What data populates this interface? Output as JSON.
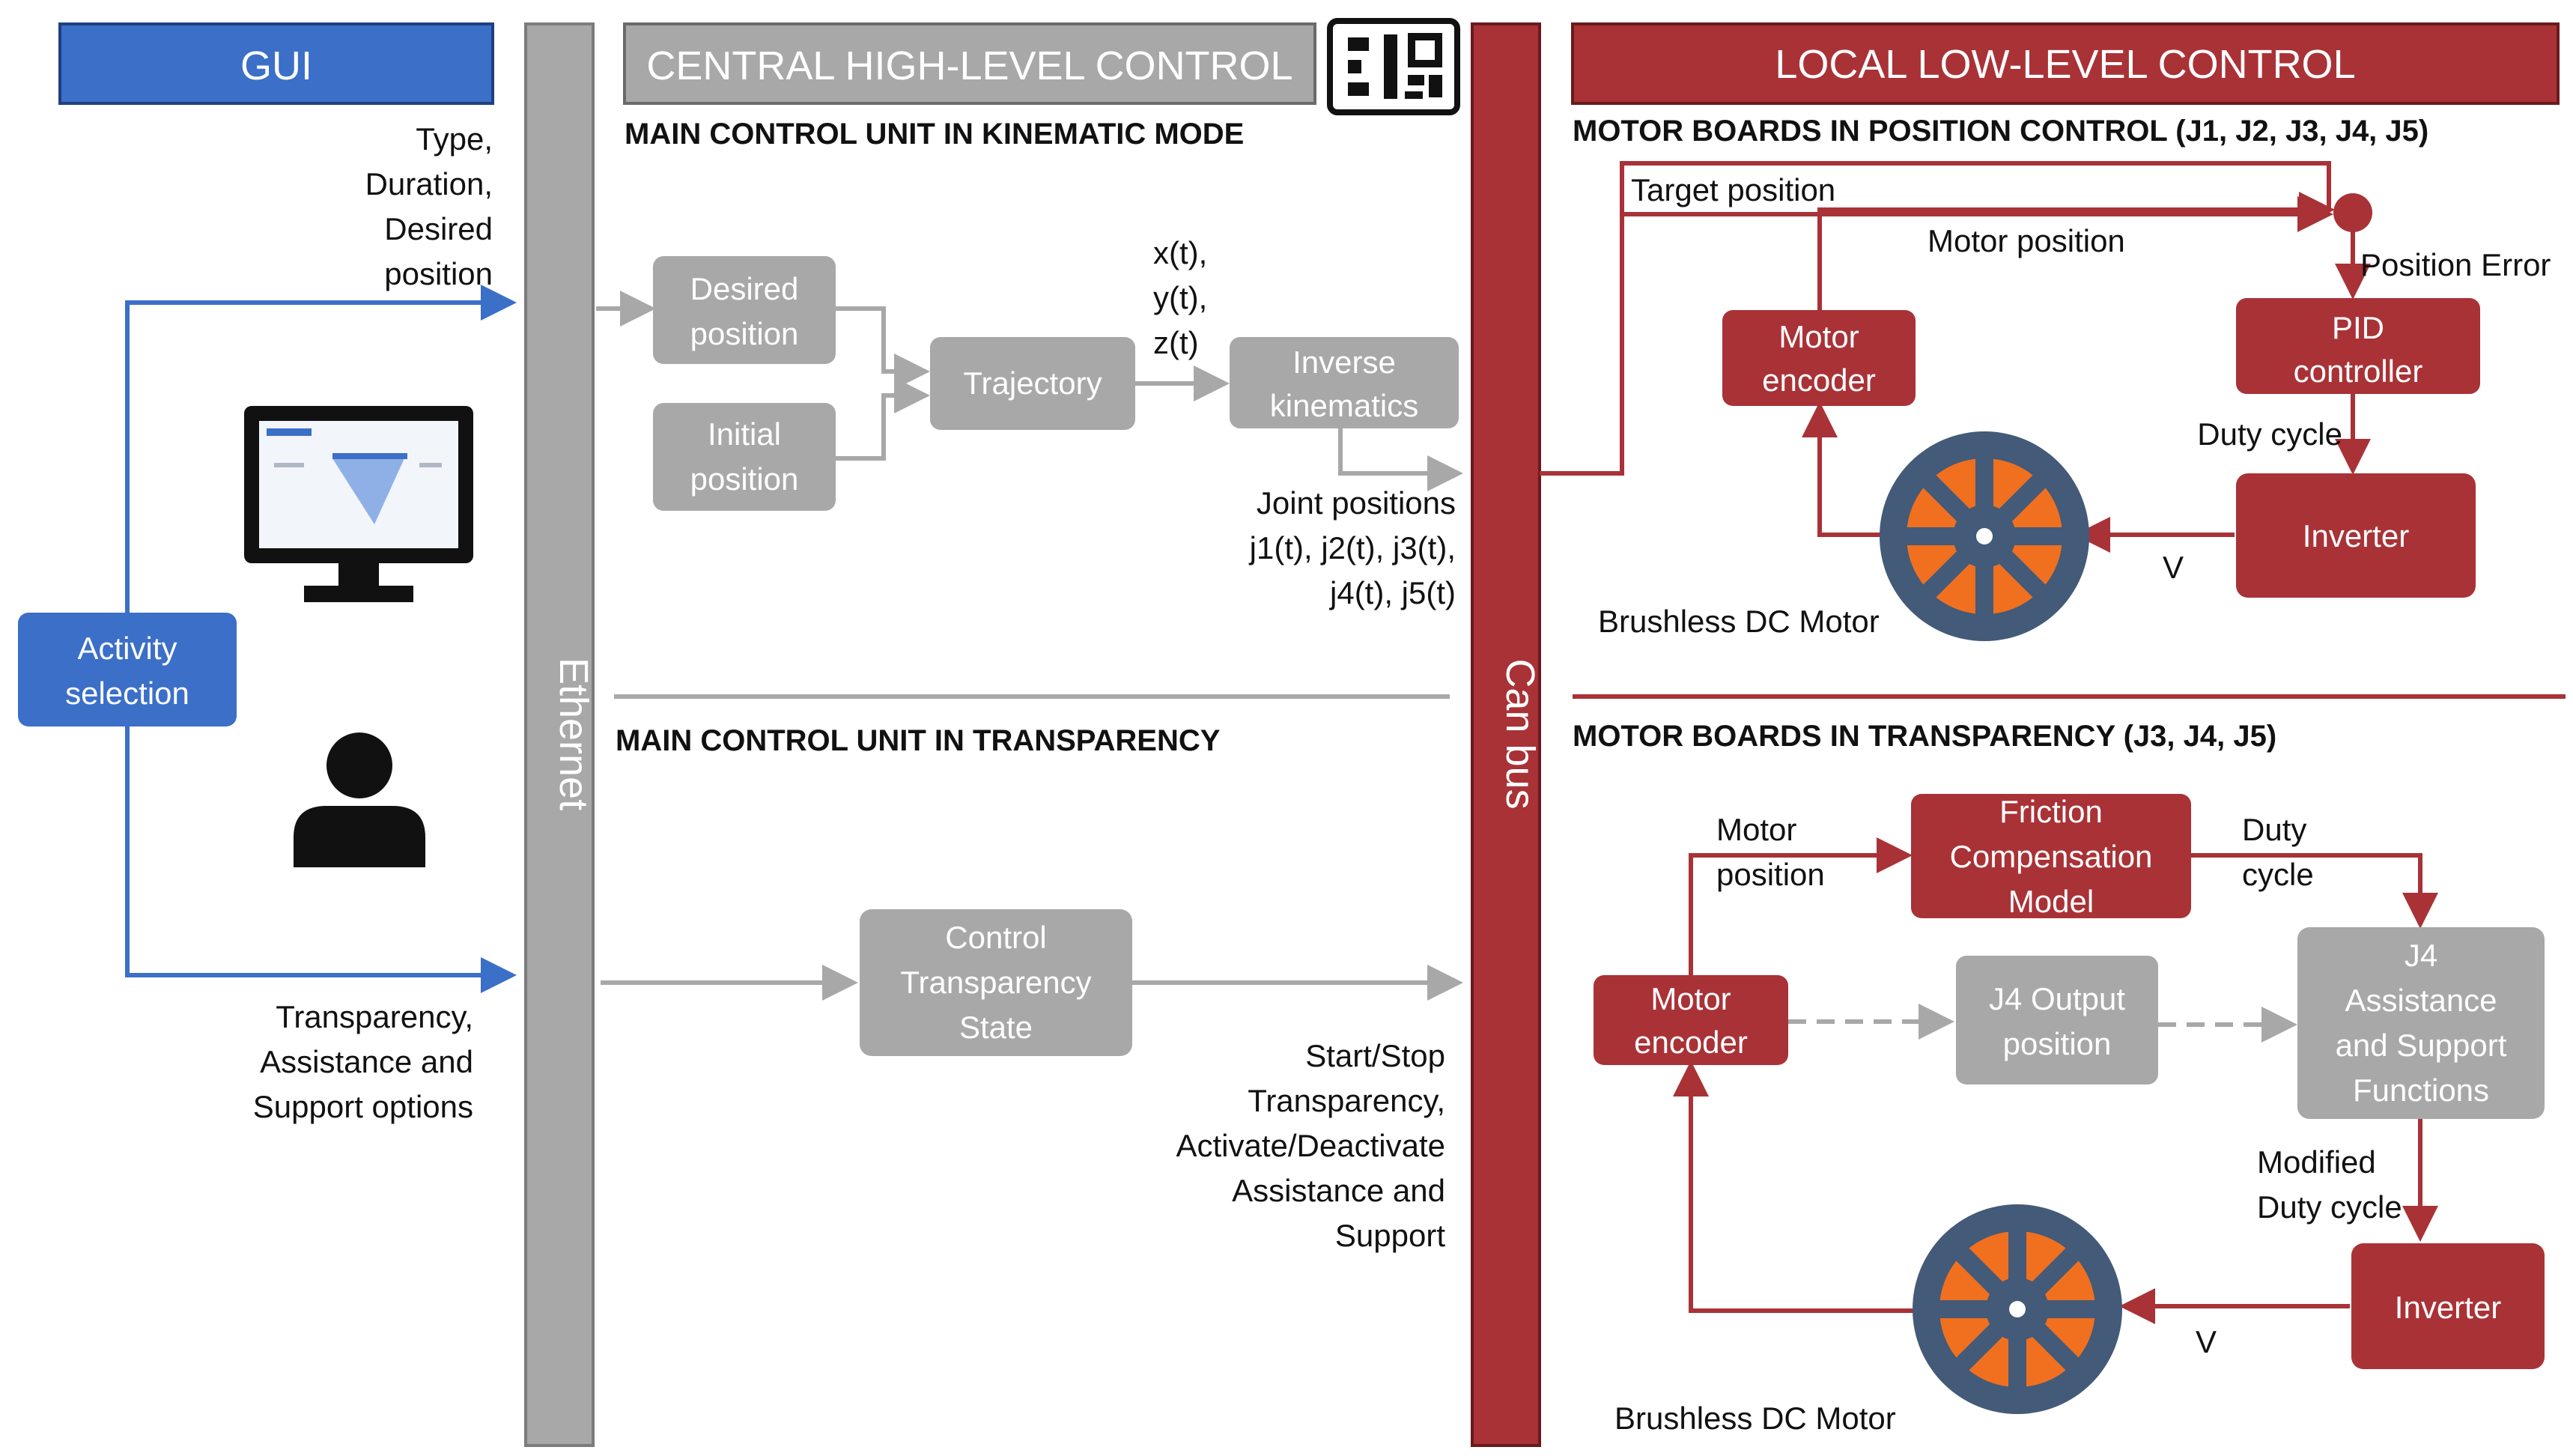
{
  "colors": {
    "gui_blue": "#3b6fc8",
    "gray_box": "#a8a8a8",
    "red": "#a93237",
    "motor_orange": "#f07020",
    "motor_slate": "#435a78"
  },
  "headers": {
    "gui": "GUI",
    "central": "CENTRAL HIGH-LEVEL CONTROL",
    "local": "LOCAL LOW-LEVEL CONTROL"
  },
  "buses": {
    "ethernet": "Ethernet",
    "canbus": "Can bus"
  },
  "gui": {
    "top_label": [
      "Type,",
      "Duration,",
      "Desired",
      "position"
    ],
    "activity": [
      "Activity",
      "selection"
    ],
    "bottom_label": [
      "Transparency,",
      "Assistance and",
      "Support options"
    ],
    "icons": [
      "monitor-icon",
      "user-icon"
    ]
  },
  "central": {
    "kinematic_title": "MAIN CONTROL UNIT IN KINEMATIC MODE",
    "desired": [
      "Desired",
      "position"
    ],
    "initial": [
      "Initial",
      "position"
    ],
    "trajectory": "Trajectory",
    "xyz": [
      "x(t),",
      "y(t),",
      "z(t)"
    ],
    "inverse": [
      "Inverse",
      "kinematics"
    ],
    "joints": [
      "Joint positions",
      "j1(t), j2(t), j3(t),",
      "j4(t), j5(t)"
    ],
    "transparency_title": "MAIN CONTROL UNIT IN TRANSPARENCY",
    "control_state": [
      "Control",
      "Transparency",
      "State"
    ],
    "start_stop": [
      "Start/Stop",
      "Transparency,",
      "Activate/Deactivate",
      "Assistance and",
      "Support"
    ],
    "icon": "circuit-board-icon"
  },
  "local_position": {
    "title": "MOTOR BOARDS IN POSITION CONTROL (J1, J2, J3, J4, J5)",
    "target": "Target position",
    "motor_position": "Motor position",
    "position_error": "Position Error",
    "motor_encoder": [
      "Motor",
      "encoder"
    ],
    "pid": [
      "PID",
      "controller"
    ],
    "duty_cycle": "Duty cycle",
    "inverter": "Inverter",
    "v": "V",
    "motor": "Brushless DC Motor"
  },
  "local_transparency": {
    "title": "MOTOR BOARDS  IN TRANSPARENCY (J3, J4, J5)",
    "motor_position": [
      "Motor",
      "position"
    ],
    "friction": [
      "Friction",
      "Compensation",
      "Model"
    ],
    "duty_cycle": [
      "Duty",
      "cycle"
    ],
    "motor_encoder": [
      "Motor",
      "encoder"
    ],
    "j4_output": [
      "J4 Output",
      "position"
    ],
    "j4_assist": [
      "J4",
      "Assistance",
      "and Support",
      "Functions"
    ],
    "modified": [
      "Modified",
      "Duty cycle"
    ],
    "inverter": "Inverter",
    "v": "V",
    "motor": "Brushless DC Motor"
  }
}
